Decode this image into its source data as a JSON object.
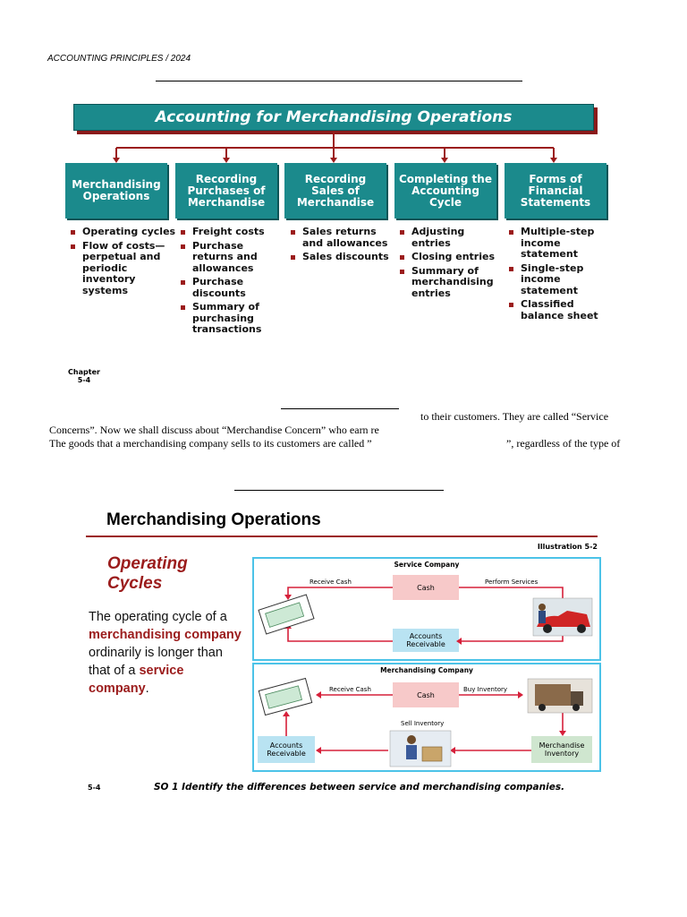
{
  "header": {
    "text": "ACCOUNTING PRINCIPLES / 2024"
  },
  "diagram": {
    "title": "Accounting for Merchandising Operations",
    "columns": [
      {
        "heading": "Merchandising Operations",
        "items": [
          "Operating cycles",
          "Flow of costs—perpetual and periodic inventory systems"
        ]
      },
      {
        "heading": "Recording Purchases of Merchandise",
        "items": [
          "Freight costs",
          "Purchase returns and allowances",
          "Purchase discounts",
          "Summary of purchasing transactions"
        ]
      },
      {
        "heading": "Recording Sales of Merchandise",
        "items": [
          "Sales returns and allowances",
          "Sales discounts"
        ]
      },
      {
        "heading": "Completing the Accounting Cycle",
        "items": [
          "Adjusting entries",
          "Closing entries",
          "Summary of merchandising entries"
        ]
      },
      {
        "heading": "Forms of Financial Statements",
        "items": [
          "Multiple-step income statement",
          "Single-step income statement",
          "Classified balance sheet"
        ]
      }
    ],
    "chapter": "Chapter 5-4"
  },
  "body_text": {
    "line1_right": "to their customers. They are called “Service",
    "line2": "Concerns”. Now we shall discuss about “Merchandise Concern” who earn re",
    "line3_left": "The goods that a merchandising company sells to its customers are called ”",
    "line3_right": "”, regardless of the type of"
  },
  "slide": {
    "title": "Merchandising Operations",
    "subtitle": "Operating Cycles",
    "illustration": "Illustration 5-2",
    "text_parts": [
      "The operating cycle of a ",
      "merchandising company",
      " ordinarily is longer than that of a ",
      "service company",
      "."
    ],
    "service": {
      "title": "Service Company",
      "cash": "Cash",
      "ar": "Accounts Receivable",
      "receive_cash": "Receive Cash",
      "perform": "Perform Services"
    },
    "merch": {
      "title": "Merchandising Company",
      "cash": "Cash",
      "receive_cash": "Receive Cash",
      "buy": "Buy Inventory",
      "sell": "Sell Inventory",
      "ar": "Accounts Receivable",
      "inventory": "Merchandise Inventory"
    },
    "footer_page": "5-4",
    "footer_text": "SO 1  Identify the differences between service and merchandising companies."
  }
}
